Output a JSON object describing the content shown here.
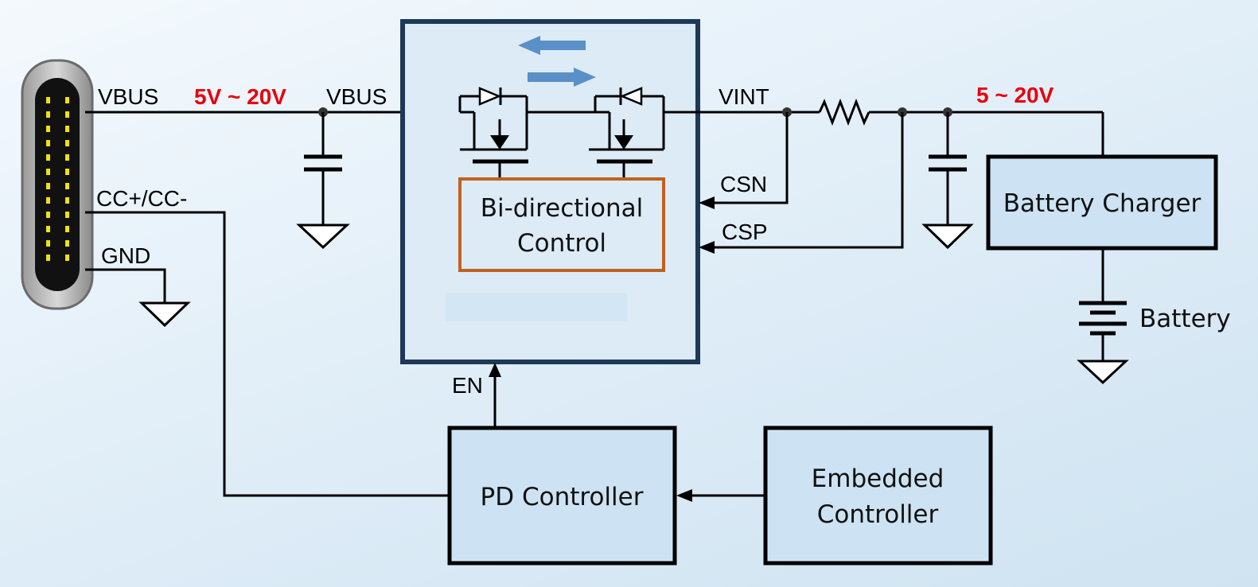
{
  "labels": {
    "vbus_left": "VBUS",
    "voltage_left": "5V ~ 20V",
    "vbus_mid": "VBUS",
    "vint": "VINT",
    "voltage_right": "5 ~ 20V",
    "cc": "CC+/CC-",
    "gnd": "GND",
    "csn": "CSN",
    "csp": "CSP",
    "en": "EN",
    "battery": "Battery"
  },
  "blocks": {
    "bidirectional": [
      "Bi-directional",
      "Control"
    ],
    "battery_charger": "Battery Charger",
    "pd_controller": "PD Controller",
    "embedded_controller": [
      "Embedded",
      "Controller"
    ]
  },
  "colors": {
    "voltage_label": "#e8000b",
    "control_box_border": "#c0621e",
    "ic_border": "#1e3857",
    "flow_arrow": "#5b8fc7"
  }
}
